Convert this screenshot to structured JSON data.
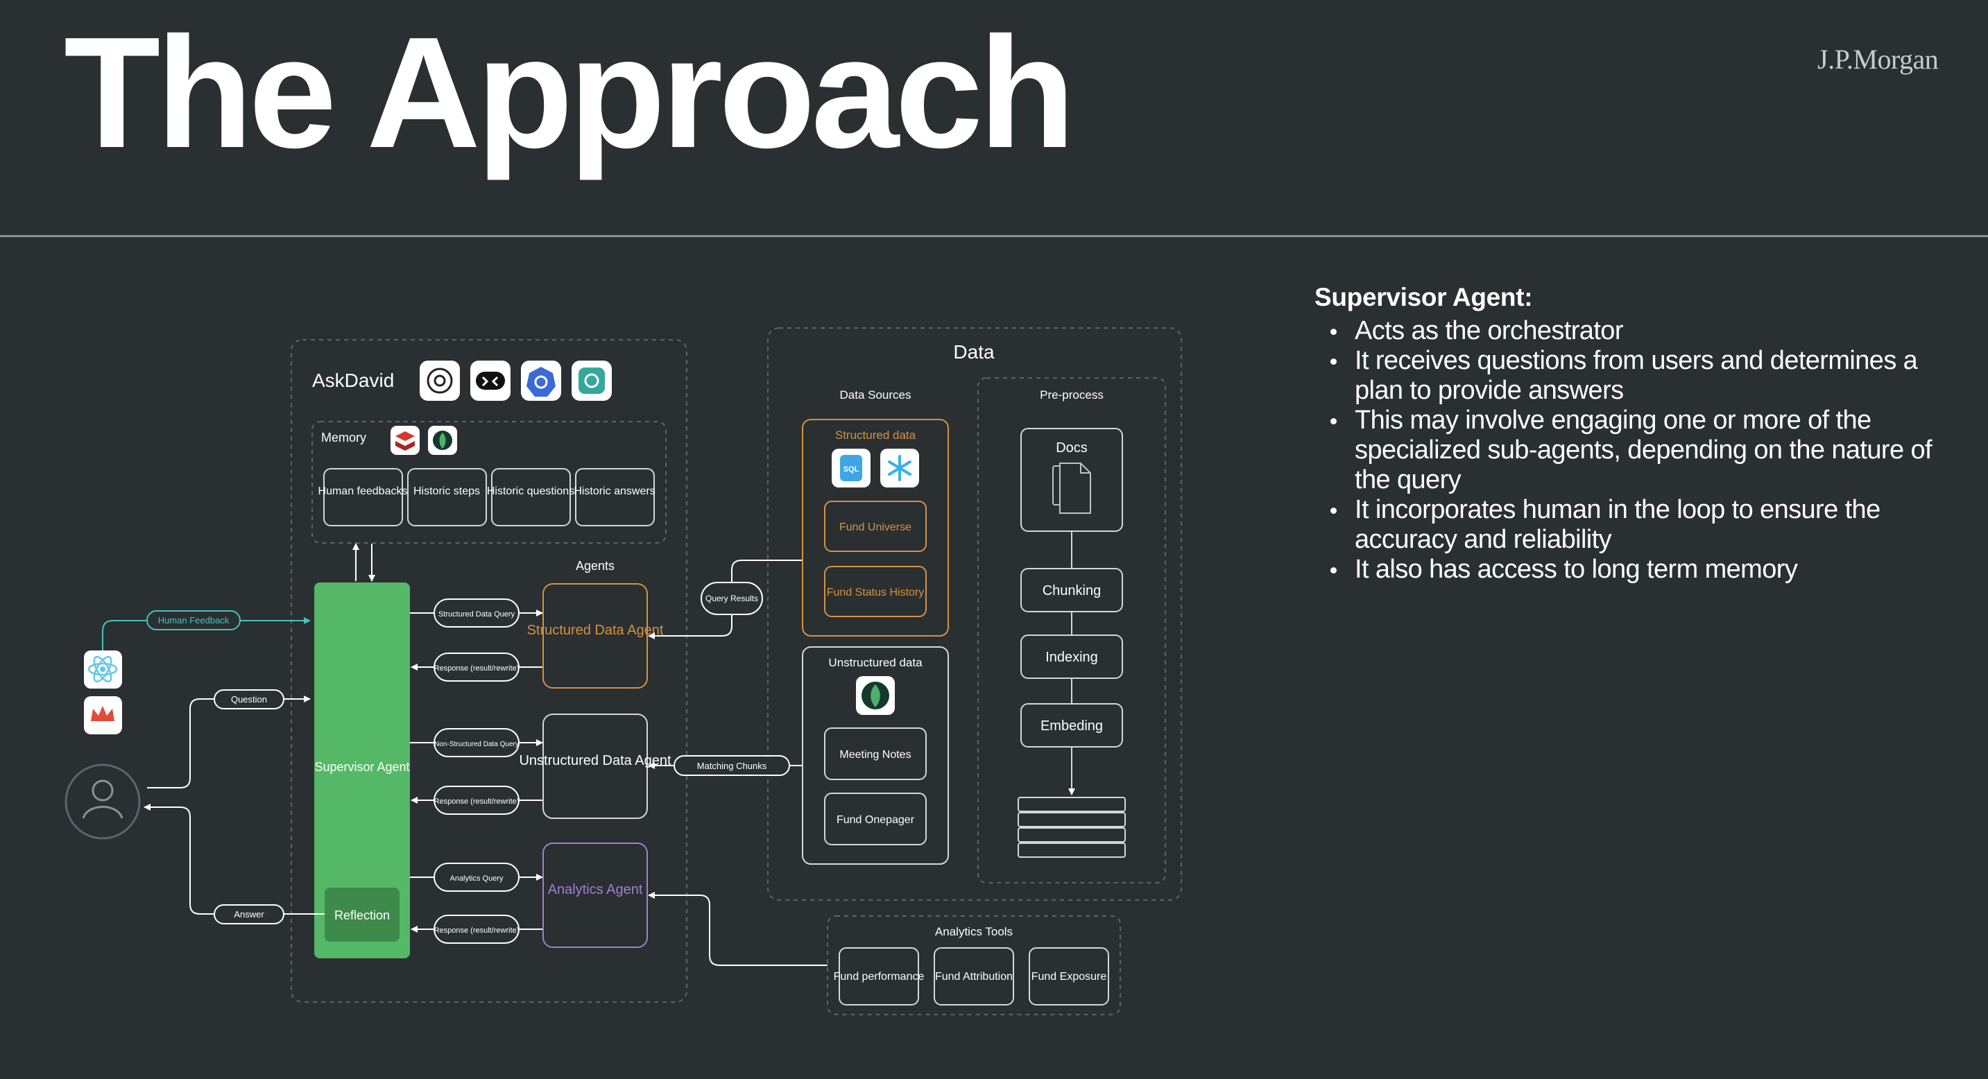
{
  "slide": {
    "title": "The Approach",
    "brand": "J.P.Morgan"
  },
  "diagram": {
    "askdavid": {
      "label": "AskDavid",
      "memory": {
        "label": "Memory",
        "items": [
          "Human feedbacks",
          "Historic steps",
          "Historic questions",
          "Historic answers"
        ]
      },
      "agents_label": "Agents",
      "supervisor": "Supervisor Agent",
      "reflection": "Reflection",
      "agents": [
        {
          "name": "Structured Data Agent",
          "query": "Structured Data Query",
          "response": "Response (result/rewrite)"
        },
        {
          "name": "Unstructured Data Agent",
          "query": "Non-Structured Data Query",
          "response": "Response (result/rewrite)"
        },
        {
          "name": "Analytics Agent",
          "query": "Analytics Query",
          "response": "Response (result/rewrite)"
        }
      ]
    },
    "user_flows": {
      "human_feedback": "Human Feedback",
      "question": "Question",
      "answer": "Answer"
    },
    "data": {
      "label": "Data",
      "sources_label": "Data Sources",
      "structured": {
        "label": "Structured data",
        "items": [
          "Fund Universe",
          "Fund Status History"
        ],
        "sql_badge": "SQL"
      },
      "unstructured": {
        "label": "Unstructured data",
        "items": [
          "Meeting Notes",
          "Fund Onepager"
        ]
      },
      "preprocess": {
        "label": "Pre-process",
        "steps": [
          "Docs",
          "Chunking",
          "Indexing",
          "Embeding"
        ]
      },
      "query_results": "Query Results",
      "matching_chunks": "Matching Chunks"
    },
    "analytics_tools": {
      "label": "Analytics Tools",
      "items": [
        "Fund performance",
        "Fund Attribution",
        "Fund Exposure"
      ]
    },
    "icons": [
      "openai-icon",
      "vs-icon",
      "kubernetes-icon",
      "app-icon",
      "redis-icon",
      "mongodb-icon",
      "react-icon",
      "crown-icon",
      "user-avatar-icon",
      "sql-database-icon",
      "snowflake-icon",
      "documents-icon",
      "vector-store-icon"
    ]
  },
  "panel": {
    "heading": "Supervisor Agent:",
    "bullets": [
      "Acts as the orchestrator",
      "It receives questions from users and determines a plan to provide answers",
      "This may involve engaging one or more of the specialized sub-agents, depending on the nature of the query",
      "It incorporates human in the loop to ensure the accuracy and reliability",
      "It also has access to long term memory"
    ]
  },
  "colors": {
    "background": "#2a2f32",
    "supervisor_green": "#55b866",
    "reflection_green": "#3d8a4b",
    "structured_orange": "#d8923e",
    "analytics_purple": "#a57ed4",
    "feedback_teal": "#49c2c0"
  }
}
